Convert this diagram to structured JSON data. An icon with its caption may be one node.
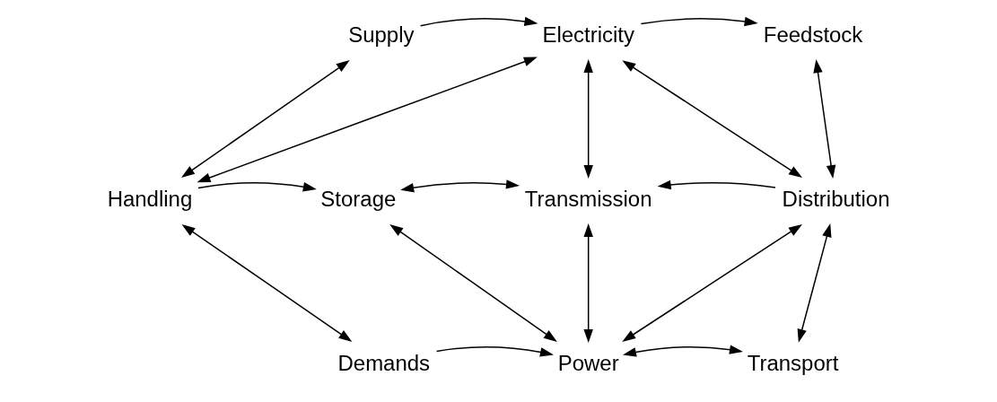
{
  "diagram": {
    "nodes": [
      {
        "text": [
          "Supply"
        ]
      },
      {
        "text": [
          "Electricity"
        ]
      },
      {
        "text": [
          "Feedstock"
        ]
      },
      {
        "text": [
          "Handling"
        ]
      },
      {
        "text": [
          "Storage"
        ]
      },
      {
        "text": [
          "Transmission"
        ]
      },
      {
        "text": [
          "Distribution"
        ]
      },
      {
        "text": [
          "Demands"
        ]
      },
      {
        "text": [
          "Power"
        ]
      },
      {
        "text": [
          "Transport"
        ]
      }
    ],
    "edges": [
      {
        "from": 0,
        "to": 1,
        "arrow": "to"
      },
      {
        "from": 1,
        "to": 2,
        "arrow": "to"
      },
      {
        "from": 0,
        "to": 3,
        "arrow": "both"
      },
      {
        "from": 1,
        "to": 3,
        "arrow": "both"
      },
      {
        "from": 1,
        "to": 5,
        "arrow": "both"
      },
      {
        "from": 1,
        "to": 6,
        "arrow": "both"
      },
      {
        "from": 2,
        "to": 6,
        "arrow": "both"
      },
      {
        "from": 3,
        "to": 4,
        "arrow": "to"
      },
      {
        "from": 4,
        "to": 5,
        "arrow": "both"
      },
      {
        "from": 6,
        "to": 5,
        "arrow": "to"
      },
      {
        "from": 3,
        "to": 7,
        "arrow": "both"
      },
      {
        "from": 4,
        "to": 8,
        "arrow": "both"
      },
      {
        "from": 5,
        "to": 8,
        "arrow": "both"
      },
      {
        "from": 6,
        "to": 8,
        "arrow": "both"
      },
      {
        "from": 6,
        "to": 9,
        "arrow": "both"
      },
      {
        "from": 7,
        "to": 8,
        "arrow": "to"
      },
      {
        "from": 8,
        "to": 9,
        "arrow": "both"
      }
    ]
  }
}
